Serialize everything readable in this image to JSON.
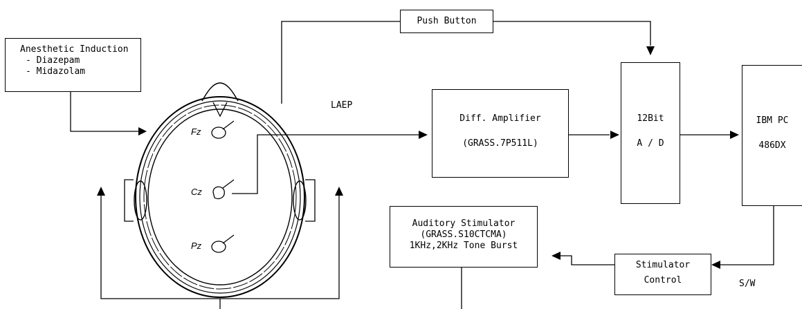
{
  "anesthesia": {
    "title": "Anesthetic Induction",
    "drugs": [
      "- Diazepam",
      "- Midazolam"
    ]
  },
  "push_button": "Push Button",
  "signal_label": "LAEP",
  "amplifier": {
    "line1": "Diff. Amplifier",
    "line2": "(GRASS.7P511L)"
  },
  "adc": {
    "line1": "12Bit",
    "line2": "A / D"
  },
  "pc": {
    "line1": "IBM PC",
    "line2": "486DX"
  },
  "auditory": {
    "line1": "Auditory Stimulator",
    "line2": "(GRASS.S10CTCMA)",
    "line3": "1KHz,2KHz Tone Burst"
  },
  "stim_control": {
    "line1": "Stimulator",
    "line2": "Control"
  },
  "sw_label": "S/W",
  "electrodes": [
    "Fz",
    "Cz",
    "Pz"
  ]
}
